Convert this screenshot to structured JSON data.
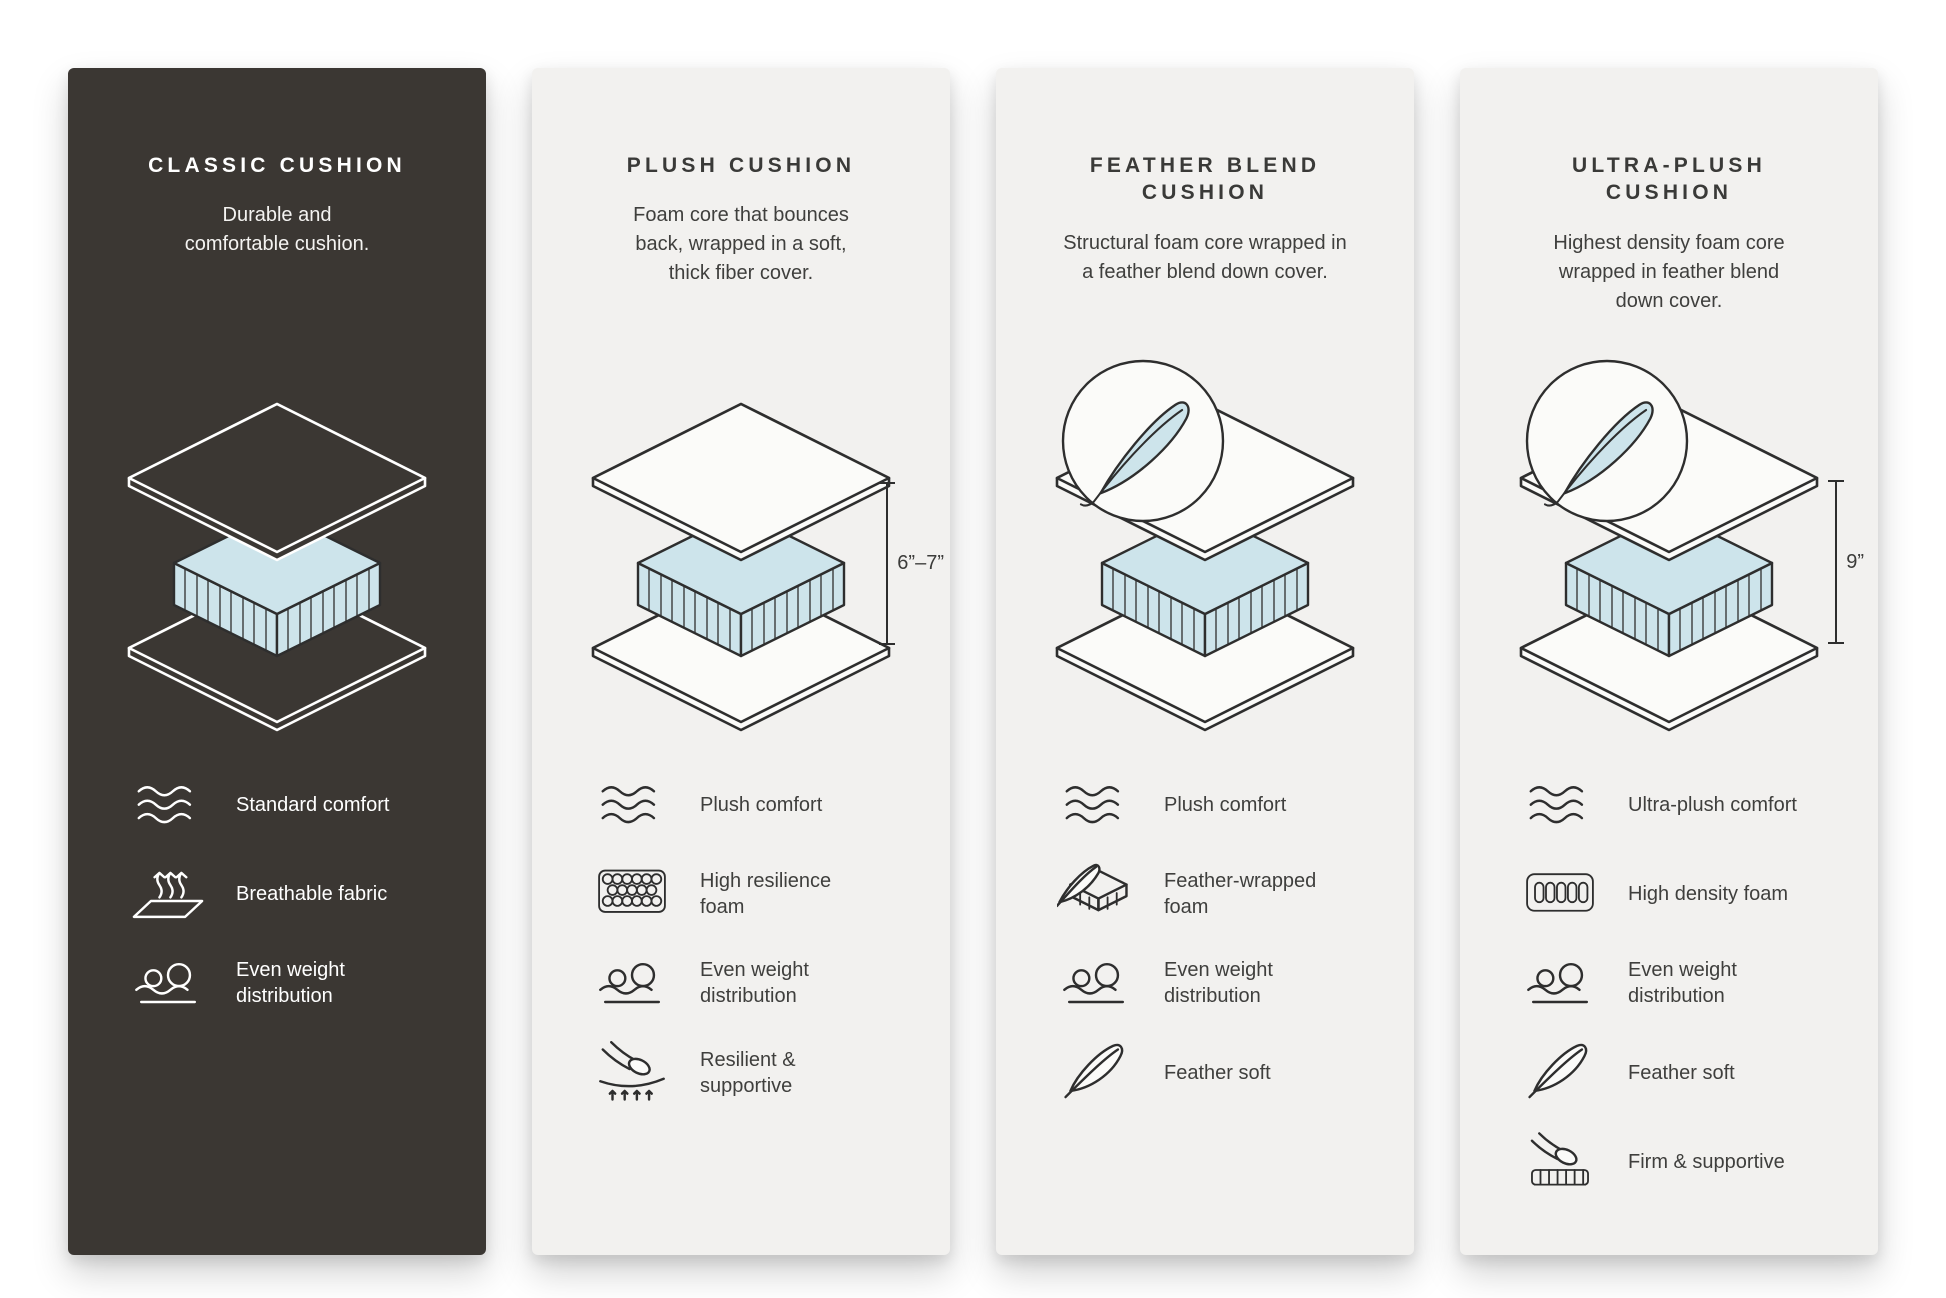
{
  "colors": {
    "page_background": "#ffffff",
    "dark_panel": "#3b3733",
    "light_panel": "#f2f1ef",
    "foam_blue": "#cde4eb",
    "line_dark": "#2e2e2e",
    "line_light": "#ffffff"
  },
  "panels": [
    {
      "id": "classic-cushion",
      "theme": "dark",
      "title_lines": [
        "CLASSIC CUSHION"
      ],
      "desc_lines": [
        "Durable and",
        "comfortable cushion."
      ],
      "diagram": {
        "type": "layered-cushion",
        "feather_badge": false,
        "measurement": ""
      },
      "features": [
        {
          "icon": "comfort-waves-icon",
          "label": "Standard comfort"
        },
        {
          "icon": "breathable-fabric-icon",
          "label": "Breathable fabric"
        },
        {
          "icon": "even-weight-icon",
          "label": "Even weight distribution"
        }
      ]
    },
    {
      "id": "plush-cushion",
      "theme": "light",
      "title_lines": [
        "PLUSH CUSHION"
      ],
      "desc_lines": [
        "Foam core that bounces",
        "back, wrapped in a soft,",
        "thick fiber cover."
      ],
      "diagram": {
        "type": "layered-cushion",
        "feather_badge": false,
        "measurement": "6”–7”"
      },
      "features": [
        {
          "icon": "comfort-waves-icon",
          "label": "Plush comfort"
        },
        {
          "icon": "high-resilience-foam-icon",
          "label": "High resilience foam"
        },
        {
          "icon": "even-weight-icon",
          "label": "Even weight distribution"
        },
        {
          "icon": "resilient-supportive-icon",
          "label": "Resilient & supportive"
        }
      ]
    },
    {
      "id": "feather-blend-cushion",
      "theme": "light",
      "title_lines": [
        "FEATHER BLEND",
        "CUSHION"
      ],
      "desc_lines": [
        "Structural foam core wrapped in",
        "a feather blend down cover."
      ],
      "diagram": {
        "type": "layered-cushion",
        "feather_badge": true,
        "measurement": ""
      },
      "features": [
        {
          "icon": "comfort-waves-icon",
          "label": "Plush comfort"
        },
        {
          "icon": "feather-wrapped-foam-icon",
          "label": "Feather-wrapped foam"
        },
        {
          "icon": "even-weight-icon",
          "label": "Even weight distribution"
        },
        {
          "icon": "feather-soft-icon",
          "label": "Feather soft"
        }
      ]
    },
    {
      "id": "ultra-plush-cushion",
      "theme": "light",
      "title_lines": [
        "ULTRA-PLUSH",
        "CUSHION"
      ],
      "desc_lines": [
        "Highest density foam core",
        "wrapped in feather blend",
        "down cover."
      ],
      "diagram": {
        "type": "layered-cushion",
        "feather_badge": true,
        "measurement": "9”"
      },
      "features": [
        {
          "icon": "comfort-waves-icon",
          "label": "Ultra-plush comfort"
        },
        {
          "icon": "high-density-foam-icon",
          "label": "High density foam"
        },
        {
          "icon": "even-weight-icon",
          "label": "Even weight distribution"
        },
        {
          "icon": "feather-soft-icon",
          "label": "Feather soft"
        },
        {
          "icon": "firm-supportive-icon",
          "label": "Firm & supportive"
        }
      ]
    }
  ]
}
